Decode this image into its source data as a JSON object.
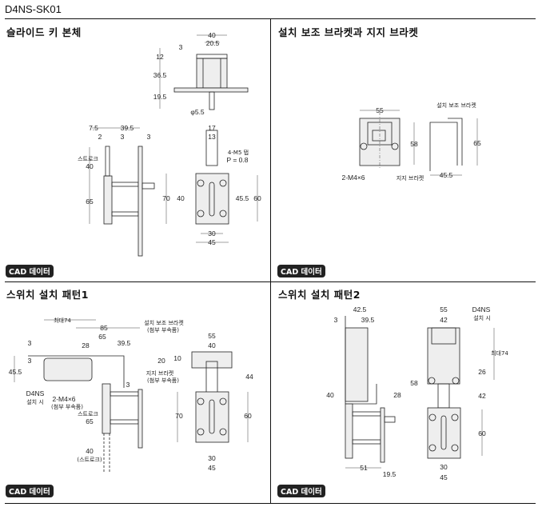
{
  "document": {
    "title": "D4NS-SK01"
  },
  "sections": [
    {
      "title": "슬라이드 키 본체",
      "cad_label": "CAD 데이터",
      "dims": [
        "40",
        "20.5",
        "3",
        "12",
        "36.5",
        "19.5",
        "φ5.5",
        "7.5",
        "39.5",
        "2",
        "3",
        "3",
        "스트로크",
        "40",
        "65",
        "17",
        "13",
        "4-M5 탭",
        "P = 0.8",
        "70",
        "40",
        "45.5",
        "60",
        "30",
        "45"
      ]
    },
    {
      "title": "설치 보조 브라켓과 지지 브라켓",
      "cad_label": "CAD 데이터",
      "dims": [
        "55",
        "2-M4×6",
        "지지 브라켓",
        "45.5",
        "58",
        "65",
        "설치 보조 브라켓"
      ]
    },
    {
      "title": "스위치 설치 패턴1",
      "cad_label": "CAD 데이터",
      "dims": [
        "최대74",
        "85",
        "65",
        "28",
        "39.5",
        "3",
        "3",
        "45.5",
        "설치 보조 브라켓",
        "(첨부 부속품)",
        "지지 브라켓",
        "(첨부 부속품)",
        "3",
        "D4NS",
        "설치 시",
        "2-M4×6",
        "(첨부 부속품)",
        "스트로크",
        "65",
        "40",
        "(스트로크)",
        "55",
        "40",
        "10",
        "20",
        "44",
        "70",
        "60",
        "30",
        "45"
      ]
    },
    {
      "title": "스위치 설치 패턴2",
      "cad_label": "CAD 데이터",
      "dims": [
        "42.5",
        "3",
        "39.5",
        "40",
        "28",
        "51",
        "19.5",
        "55",
        "42",
        "D4NS",
        "설치 시",
        "최대74",
        "26",
        "58",
        "42",
        "60",
        "30",
        "45"
      ]
    }
  ]
}
